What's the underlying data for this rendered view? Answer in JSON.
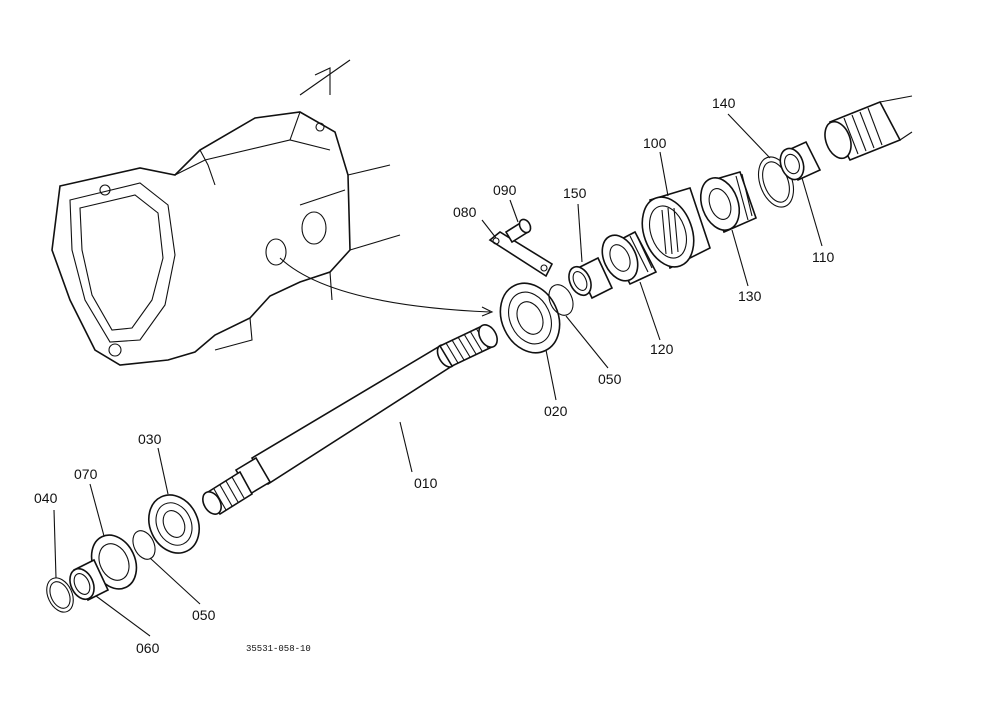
{
  "diagram": {
    "drawing_code": "35531-058-10",
    "callouts": [
      {
        "id": "010",
        "label": "010"
      },
      {
        "id": "020",
        "label": "020"
      },
      {
        "id": "030",
        "label": "030"
      },
      {
        "id": "040",
        "label": "040"
      },
      {
        "id": "050a",
        "label": "050"
      },
      {
        "id": "050b",
        "label": "050"
      },
      {
        "id": "060",
        "label": "060"
      },
      {
        "id": "070",
        "label": "070"
      },
      {
        "id": "080",
        "label": "080"
      },
      {
        "id": "090",
        "label": "090"
      },
      {
        "id": "100",
        "label": "100"
      },
      {
        "id": "110",
        "label": "110"
      },
      {
        "id": "120",
        "label": "120"
      },
      {
        "id": "130",
        "label": "130"
      },
      {
        "id": "140",
        "label": "140"
      },
      {
        "id": "150",
        "label": "150"
      }
    ]
  }
}
